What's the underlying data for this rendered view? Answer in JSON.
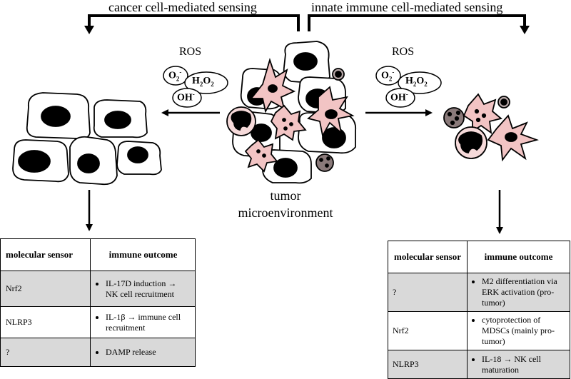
{
  "headers": {
    "left": "cancer cell-mediated sensing",
    "right": "innate immune cell-mediated sensing"
  },
  "ros": {
    "label": "ROS",
    "superoxide": {
      "base": "O",
      "sub": "2",
      "sup": "-"
    },
    "peroxide": {
      "base": "H",
      "sub1": "2",
      "mid": "O",
      "sub2": "2"
    },
    "hydroxyl": {
      "base": "OH",
      "sup": "-"
    }
  },
  "center_label": {
    "line1": "tumor",
    "line2": "microenvironment"
  },
  "colors": {
    "pink_cell": "#f2c4c4",
    "outline": "#000000",
    "nucleus": "#000000",
    "shade": "#d9d9d9"
  },
  "tables": {
    "left": {
      "headers": [
        "molecular sensor",
        "immune outcome"
      ],
      "rows": [
        {
          "sensor": "Nrf2",
          "outcome": "IL-17D induction → NK cell recruitment",
          "shaded": true
        },
        {
          "sensor": "NLRP3",
          "outcome": "IL-1β → immune cell recruitment",
          "shaded": false
        },
        {
          "sensor": "?",
          "outcome": "DAMP release",
          "shaded": true
        }
      ]
    },
    "right": {
      "headers": [
        "molecular sensor",
        "immune outcome"
      ],
      "rows": [
        {
          "sensor": "?",
          "outcome": "M2 differentiation via ERK activation (pro-tumor)",
          "shaded": true
        },
        {
          "sensor": "Nrf2",
          "outcome": "cytoprotection of MDSCs (mainly pro-tumor)",
          "shaded": false
        },
        {
          "sensor": "NLRP3",
          "outcome": "IL-18 → NK cell maturation",
          "shaded": true
        }
      ]
    }
  }
}
